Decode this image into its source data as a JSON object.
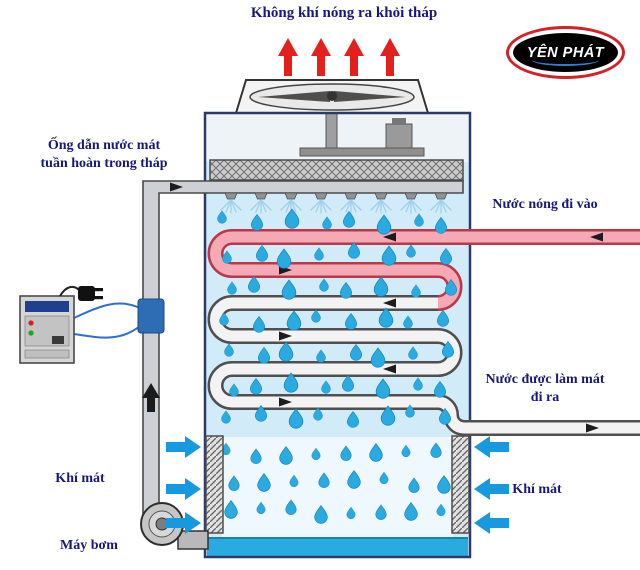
{
  "diagram": {
    "labels": {
      "hot_air_out": "Không khí nóng ra khỏi tháp",
      "circulation_pipe_line1": "Ống dẫn nước mát",
      "circulation_pipe_line2": "tuần hoàn trong tháp",
      "hot_water_in": "Nước nóng đi vào",
      "cooled_water_out_line1": "Nước được làm mát",
      "cooled_water_out_line2": "đi ra",
      "cool_air_left": "Khí mát",
      "cool_air_right": "Khí mát",
      "pump": "Máy bơm"
    },
    "logo": {
      "text": "YÊN PHÁT"
    },
    "colors": {
      "label_navy": "#18187a",
      "water_blue": "#29abe2",
      "hot_pipe_pink": "#f4a9b4",
      "hot_pipe_outline": "#b8394a",
      "cold_pipe_gray": "#f3f3f3",
      "arrow_red": "#e3201b",
      "arrow_blue": "#1799e0",
      "logo_red": "#d42027"
    }
  }
}
